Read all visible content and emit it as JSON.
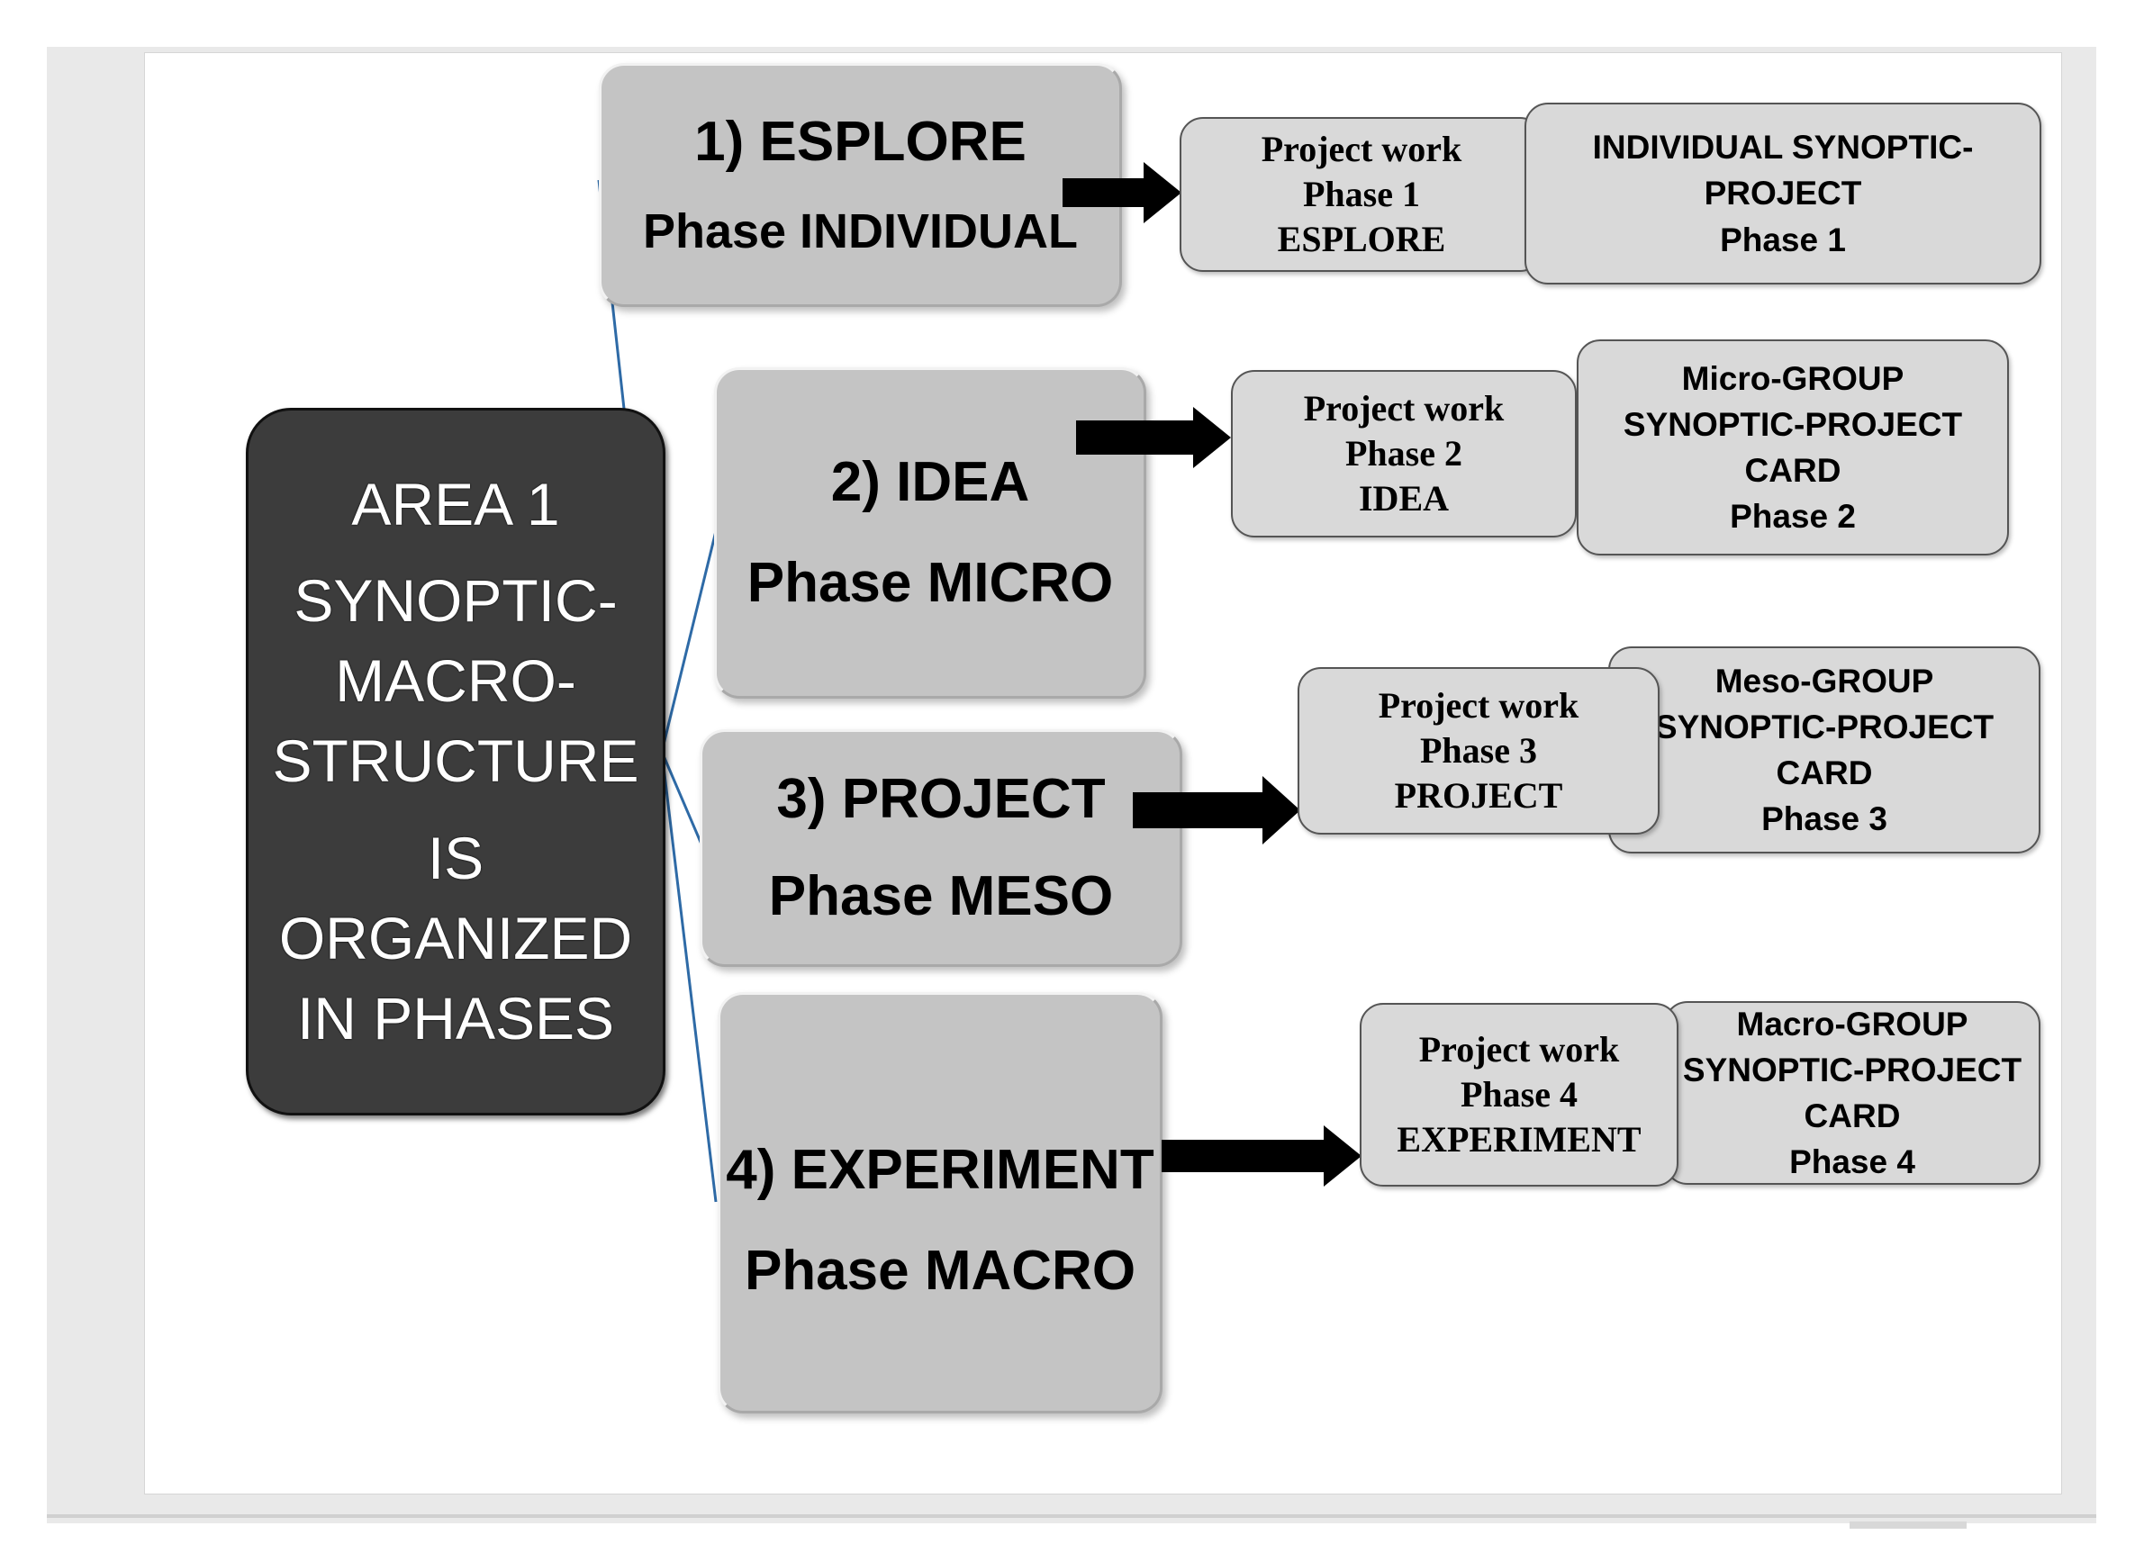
{
  "central": {
    "title": "AREA 1",
    "body": "SYNOPTIC-\nMACRO-\nSTRUCTURE",
    "is": "IS",
    "tail": "ORGANIZED\nIN PHASES"
  },
  "phases": [
    {
      "title": "1) ESPLORE",
      "subtitle": "Phase INDIVIDUAL",
      "project_work": [
        "Project work",
        "Phase 1",
        "ESPLORE"
      ],
      "synoptic": [
        "INDIVIDUAL SYNOPTIC-",
        "PROJECT",
        "Phase 1"
      ]
    },
    {
      "title": "2) IDEA",
      "subtitle": "Phase MICRO",
      "project_work": [
        "Project work",
        "Phase 2",
        "IDEA"
      ],
      "synoptic": [
        "Micro-GROUP",
        "SYNOPTIC-PROJECT",
        "CARD",
        "Phase 2"
      ]
    },
    {
      "title": "3) PROJECT",
      "subtitle": "Phase MESO",
      "project_work": [
        "Project work",
        "Phase 3",
        "PROJECT"
      ],
      "synoptic": [
        "Meso-GROUP",
        "SYNOPTIC-PROJECT",
        "CARD",
        "Phase 3"
      ]
    },
    {
      "title": "4) EXPERIMENT",
      "subtitle": "Phase MACRO",
      "project_work": [
        "Project work",
        "Phase 4",
        "EXPERIMENT"
      ],
      "synoptic": [
        "Macro-GROUP",
        "SYNOPTIC-PROJECT",
        "CARD",
        "Phase 4"
      ]
    }
  ],
  "colors": {
    "central_fill": "#3c3c3c",
    "phase_fill": "#c4c4c4",
    "card_fill": "#d9d9d9",
    "connector": "#2e6aa6",
    "arrow": "#000000"
  }
}
